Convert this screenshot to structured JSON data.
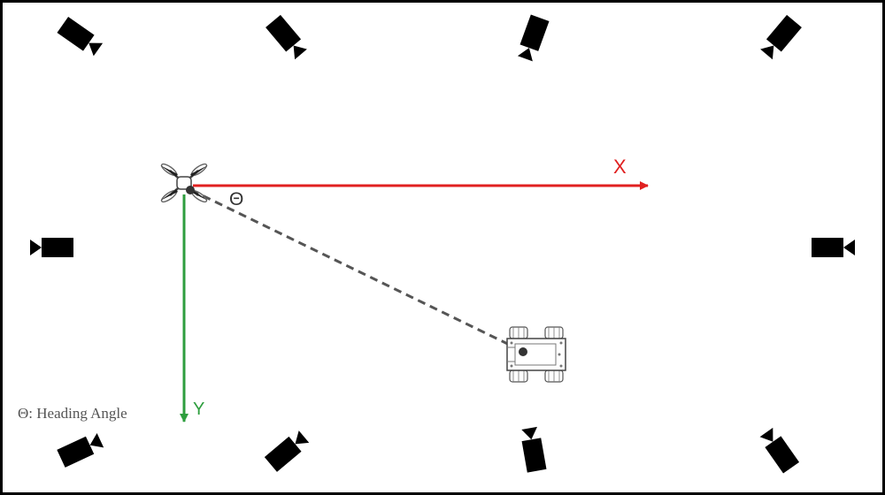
{
  "diagram": {
    "axes": {
      "x_label": "X",
      "y_label": "Y",
      "x_color": "#e02020",
      "y_color": "#2e9e3e"
    },
    "angle": {
      "symbol": "Θ"
    },
    "legend": {
      "text": "Θ: Heading Angle"
    },
    "line_to_vehicle": {
      "style": "dashed",
      "color": "#555555"
    },
    "objects": {
      "drone_icon": "quadcopter-icon",
      "vehicle_icon": "ground-robot-icon",
      "camera_icon": "camera-icon"
    },
    "camera_count": 10,
    "colors": {
      "border": "#000000",
      "camera": "#000000",
      "background": "#ffffff"
    }
  }
}
